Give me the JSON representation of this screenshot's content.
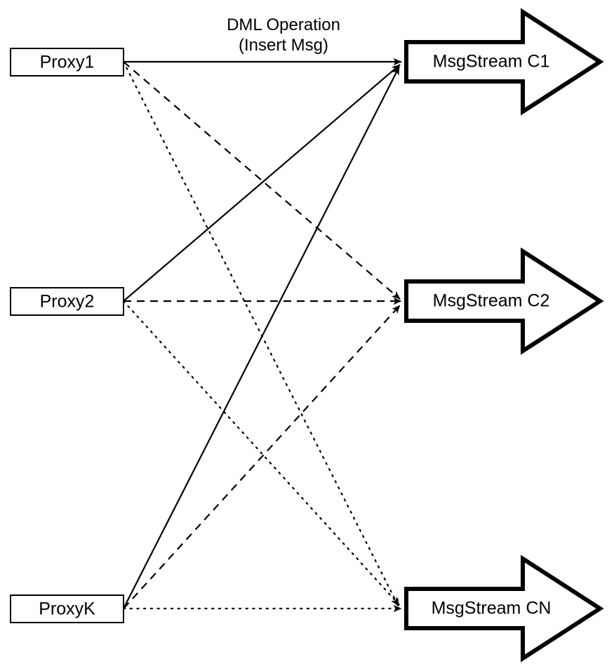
{
  "diagram": {
    "title": "Proxy to MsgStream fan-out",
    "background_color": "#ffffff",
    "stroke_color": "#000000",
    "edge_label": {
      "line1": "DML Operation",
      "line2": "(Insert Msg)"
    },
    "proxies": [
      {
        "id": "proxy1",
        "label": "Proxy1"
      },
      {
        "id": "proxy2",
        "label": "Proxy2"
      },
      {
        "id": "proxyK",
        "label": "ProxyK"
      }
    ],
    "streams": [
      {
        "id": "c1",
        "label": "MsgStream C1"
      },
      {
        "id": "c2",
        "label": "MsgStream C2"
      },
      {
        "id": "cn",
        "label": "MsgStream CN"
      }
    ],
    "connections": [
      {
        "from": "Proxy1",
        "to": "MsgStream C1",
        "style": "solid"
      },
      {
        "from": "Proxy1",
        "to": "MsgStream C2",
        "style": "dashed"
      },
      {
        "from": "Proxy1",
        "to": "MsgStream CN",
        "style": "dotted"
      },
      {
        "from": "Proxy2",
        "to": "MsgStream C1",
        "style": "solid"
      },
      {
        "from": "Proxy2",
        "to": "MsgStream C2",
        "style": "dashed"
      },
      {
        "from": "Proxy2",
        "to": "MsgStream CN",
        "style": "dotted"
      },
      {
        "from": "ProxyK",
        "to": "MsgStream C1",
        "style": "solid"
      },
      {
        "from": "ProxyK",
        "to": "MsgStream C2",
        "style": "dashed"
      },
      {
        "from": "ProxyK",
        "to": "MsgStream CN",
        "style": "dotted"
      }
    ]
  }
}
